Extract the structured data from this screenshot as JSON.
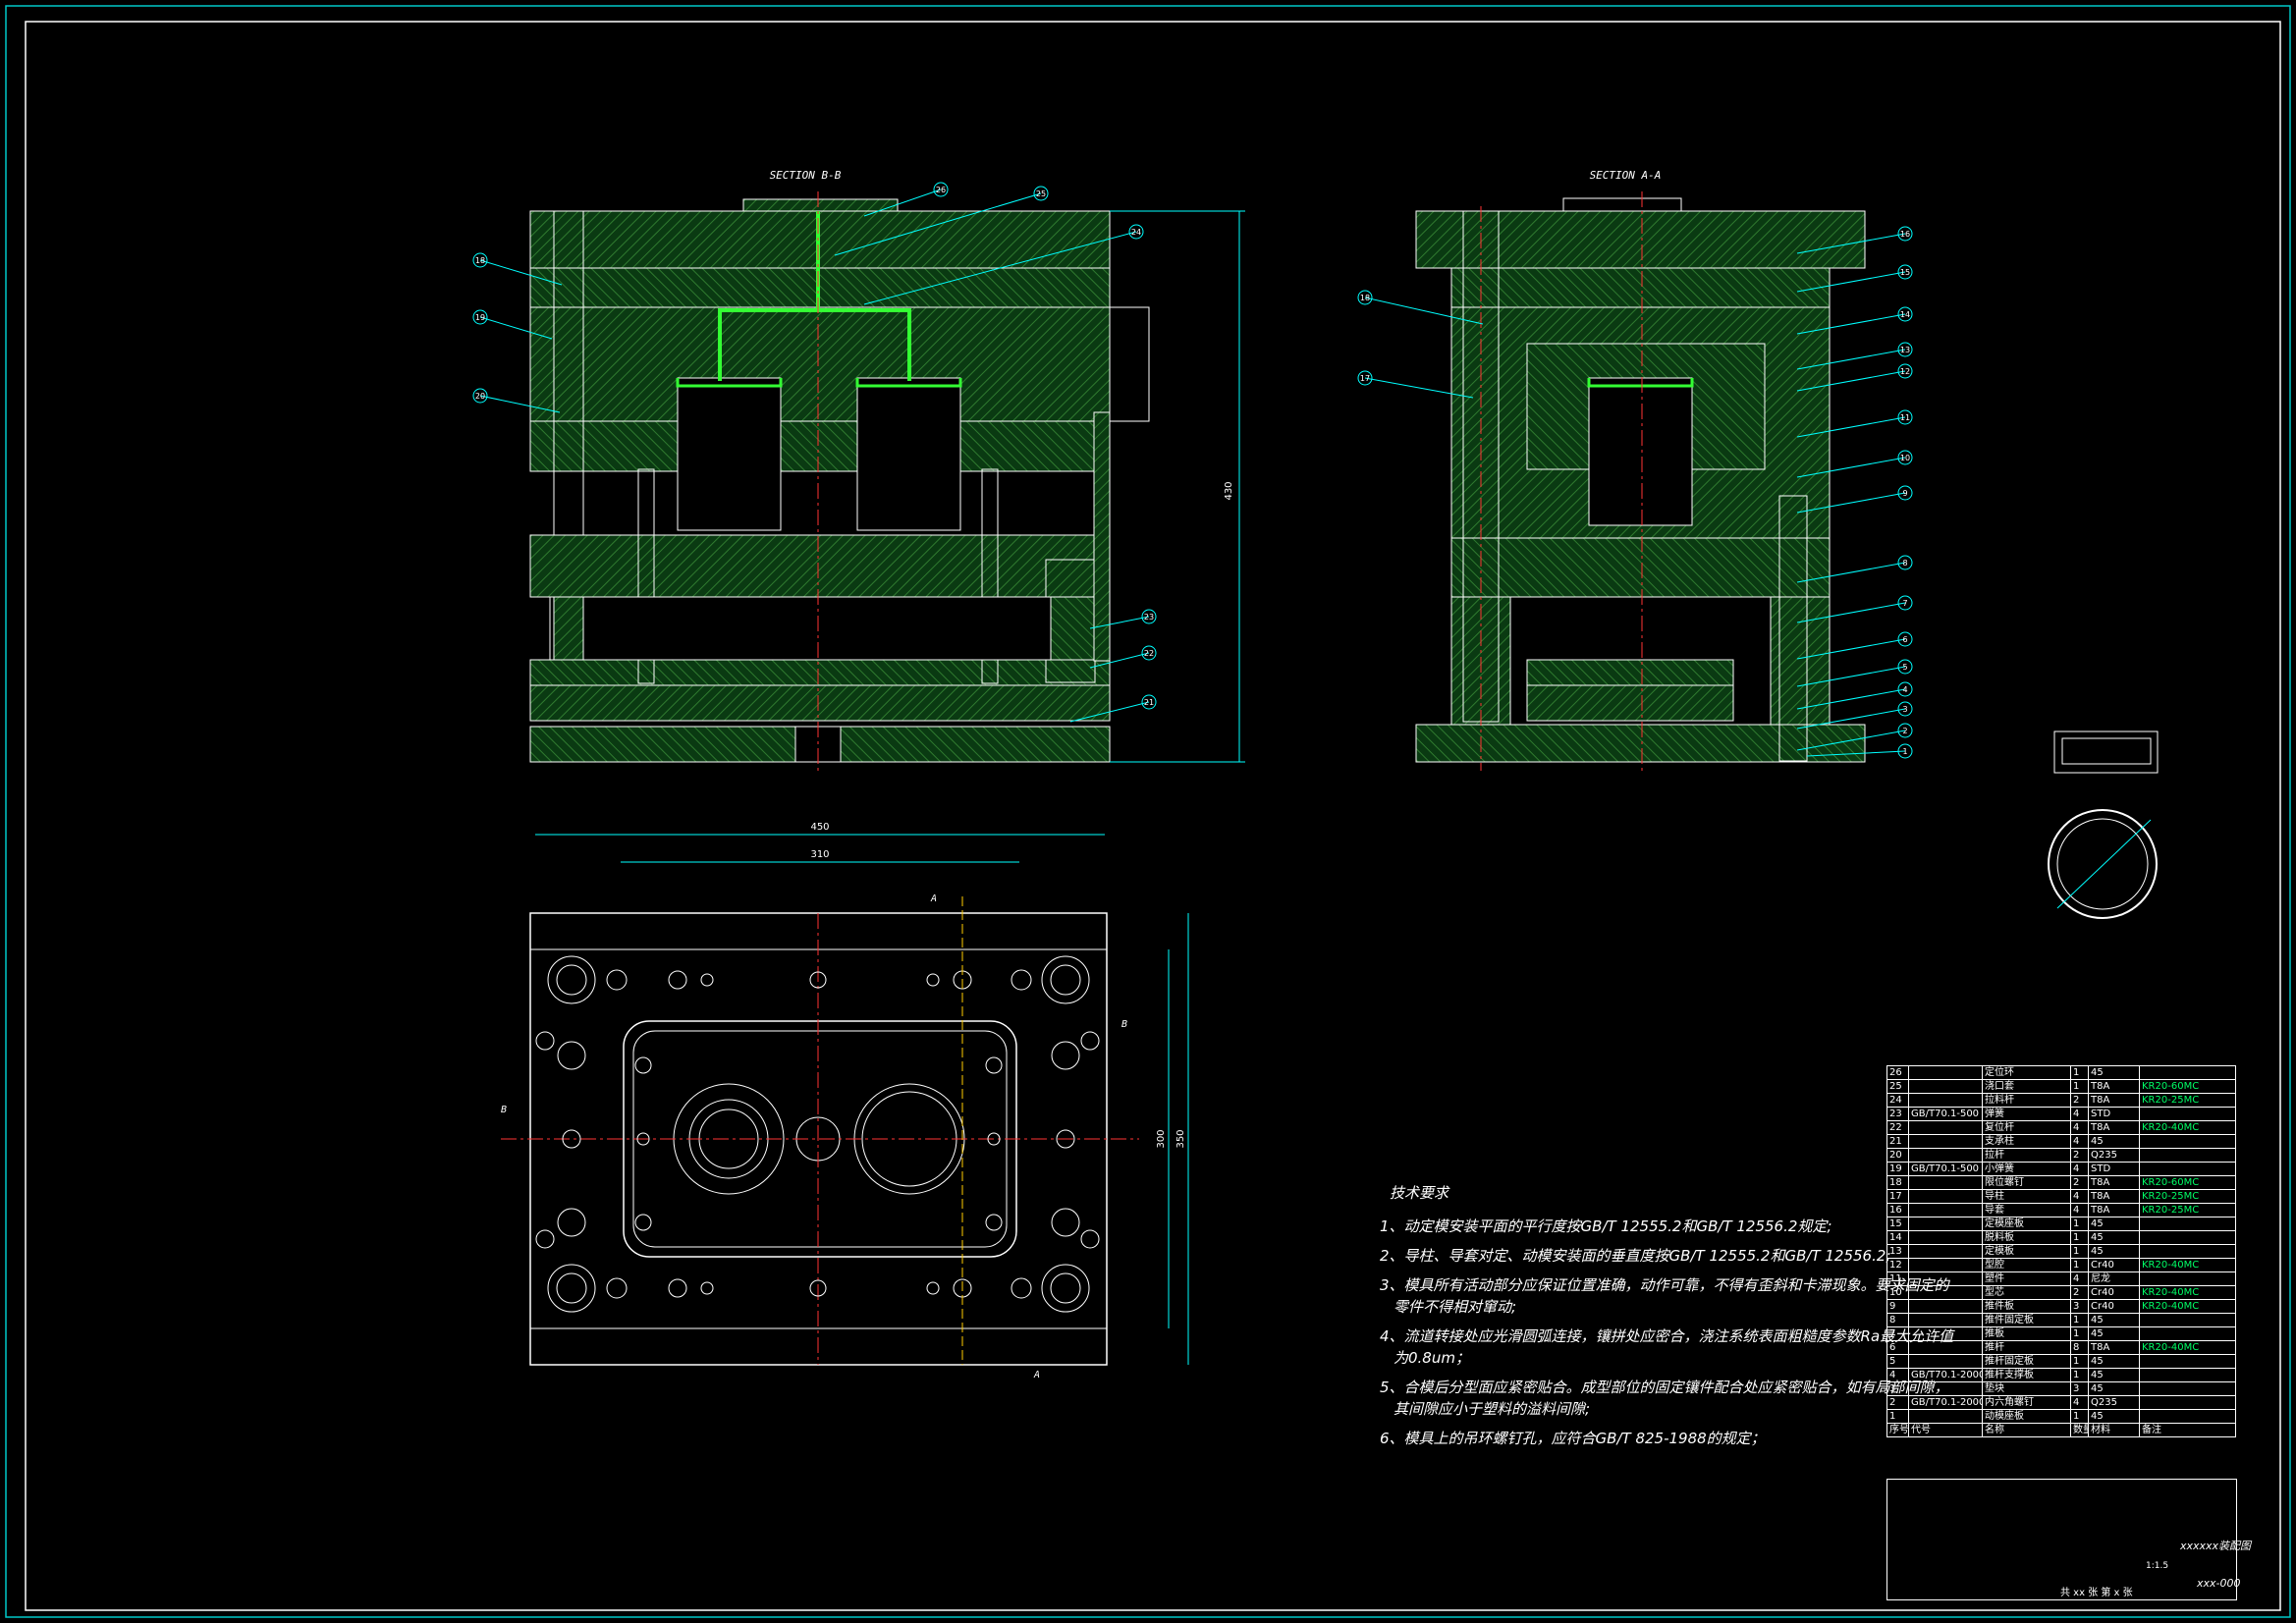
{
  "views": {
    "section_b": "SECTION B-B",
    "section_a": "SECTION A-A",
    "dim_height": "430",
    "dim_width_outer": "450",
    "dim_width_inner": "310",
    "dim_depth_inner": "300",
    "dim_depth_outer": "350",
    "section_mark_a": "A",
    "section_mark_b": "B"
  },
  "balloons_b": [
    "26",
    "25",
    "24",
    "18",
    "19",
    "20",
    "23",
    "22",
    "21"
  ],
  "balloons_a": [
    "16",
    "15",
    "14",
    "13",
    "12",
    "11",
    "10",
    "9",
    "8",
    "7",
    "6",
    "5",
    "4",
    "3",
    "2",
    "1"
  ],
  "balloons_a_left": [
    "18",
    "17"
  ],
  "notes": {
    "title": "技术要求",
    "lines": [
      "1、动定模安装平面的平行度按GB/T 12555.2和GB/T 12556.2规定;",
      "2、导柱、导套对定、动模安装面的垂直度按GB/T 12555.2和GB/T 12556.2;",
      "3、模具所有活动部分应保证位置准确，动作可靠，不得有歪斜和卡滞现象。要求固定的",
      "零件不得相对窜动;",
      "4、流道转接处应光滑圆弧连接，镶拼处应密合，浇注系统表面粗糙度参数Ra最大允许值",
      "为0.8um；",
      "5、合模后分型面应紧密贴合。成型部位的固定镶件配合处应紧密贴合，如有局部间隙，",
      "其间隙应小于塑料的溢料间隙;",
      "6、模具上的吊环螺钉孔，应符合GB/T 825-1988的规定；"
    ]
  },
  "bom": [
    {
      "no": "26",
      "std": "",
      "name": "定位环",
      "qty": "1",
      "mat": "45",
      "note": ""
    },
    {
      "no": "25",
      "std": "",
      "name": "浇口套",
      "qty": "1",
      "mat": "T8A",
      "note": "KR20-60MC"
    },
    {
      "no": "24",
      "std": "",
      "name": "拉料杆",
      "qty": "2",
      "mat": "T8A",
      "note": "KR20-25MC"
    },
    {
      "no": "23",
      "std": "GB/T70.1-500",
      "name": "弹簧",
      "qty": "4",
      "mat": "STD",
      "note": ""
    },
    {
      "no": "22",
      "std": "",
      "name": "复位杆",
      "qty": "4",
      "mat": "T8A",
      "note": "KR20-40MC"
    },
    {
      "no": "21",
      "std": "",
      "name": "支承柱",
      "qty": "4",
      "mat": "45",
      "note": ""
    },
    {
      "no": "20",
      "std": "",
      "name": "拉杆",
      "qty": "2",
      "mat": "Q235",
      "note": ""
    },
    {
      "no": "19",
      "std": "GB/T70.1-500",
      "name": "小弹簧",
      "qty": "4",
      "mat": "STD",
      "note": ""
    },
    {
      "no": "18",
      "std": "",
      "name": "限位螺钉",
      "qty": "2",
      "mat": "T8A",
      "note": "KR20-60MC"
    },
    {
      "no": "17",
      "std": "",
      "name": "导柱",
      "qty": "4",
      "mat": "T8A",
      "note": "KR20-25MC"
    },
    {
      "no": "16",
      "std": "",
      "name": "导套",
      "qty": "4",
      "mat": "T8A",
      "note": "KR20-25MC"
    },
    {
      "no": "15",
      "std": "",
      "name": "定模座板",
      "qty": "1",
      "mat": "45",
      "note": ""
    },
    {
      "no": "14",
      "std": "",
      "name": "脱料板",
      "qty": "1",
      "mat": "45",
      "note": ""
    },
    {
      "no": "13",
      "std": "",
      "name": "定模板",
      "qty": "1",
      "mat": "45",
      "note": ""
    },
    {
      "no": "12",
      "std": "",
      "name": "型腔",
      "qty": "1",
      "mat": "Cr40",
      "note": "KR20-40MC"
    },
    {
      "no": "11",
      "std": "",
      "name": "塑件",
      "qty": "4",
      "mat": "尼龙",
      "note": ""
    },
    {
      "no": "10",
      "std": "",
      "name": "型芯",
      "qty": "2",
      "mat": "Cr40",
      "note": "KR20-40MC"
    },
    {
      "no": "9",
      "std": "",
      "name": "推件板",
      "qty": "3",
      "mat": "Cr40",
      "note": "KR20-40MC"
    },
    {
      "no": "8",
      "std": "",
      "name": "推件固定板",
      "qty": "1",
      "mat": "45",
      "note": ""
    },
    {
      "no": "7",
      "std": "",
      "name": "推板",
      "qty": "1",
      "mat": "45",
      "note": ""
    },
    {
      "no": "6",
      "std": "",
      "name": "推杆",
      "qty": "8",
      "mat": "T8A",
      "note": "KR20-40MC"
    },
    {
      "no": "5",
      "std": "",
      "name": "推杆固定板",
      "qty": "1",
      "mat": "45",
      "note": ""
    },
    {
      "no": "4",
      "std": "GB/T70.1-2000",
      "name": "推杆支撑板",
      "qty": "1",
      "mat": "45",
      "note": ""
    },
    {
      "no": "3",
      "std": "",
      "name": "垫块",
      "qty": "3",
      "mat": "45",
      "note": ""
    },
    {
      "no": "2",
      "std": "GB/T70.1-2000",
      "name": "内六角螺钉",
      "qty": "4",
      "mat": "Q235",
      "note": ""
    },
    {
      "no": "1",
      "std": "",
      "name": "动模座板",
      "qty": "1",
      "mat": "45",
      "note": ""
    }
  ],
  "bom_header": {
    "no": "序号",
    "std": "代号",
    "name": "名称",
    "qty": "数量",
    "mat": "材料",
    "note": "备注"
  },
  "title_block": {
    "drawing_name": "xxxxxx装配图",
    "drawing_code": "xxx-000",
    "scale": "1:1.5",
    "sheets": "共 xx 张  第 x 张"
  },
  "colors": {
    "hatch": "#005e1e",
    "outline": "#ffffff",
    "runner": "#33ff33",
    "centerline": "#ff3333",
    "dimension": "#00ffff"
  }
}
